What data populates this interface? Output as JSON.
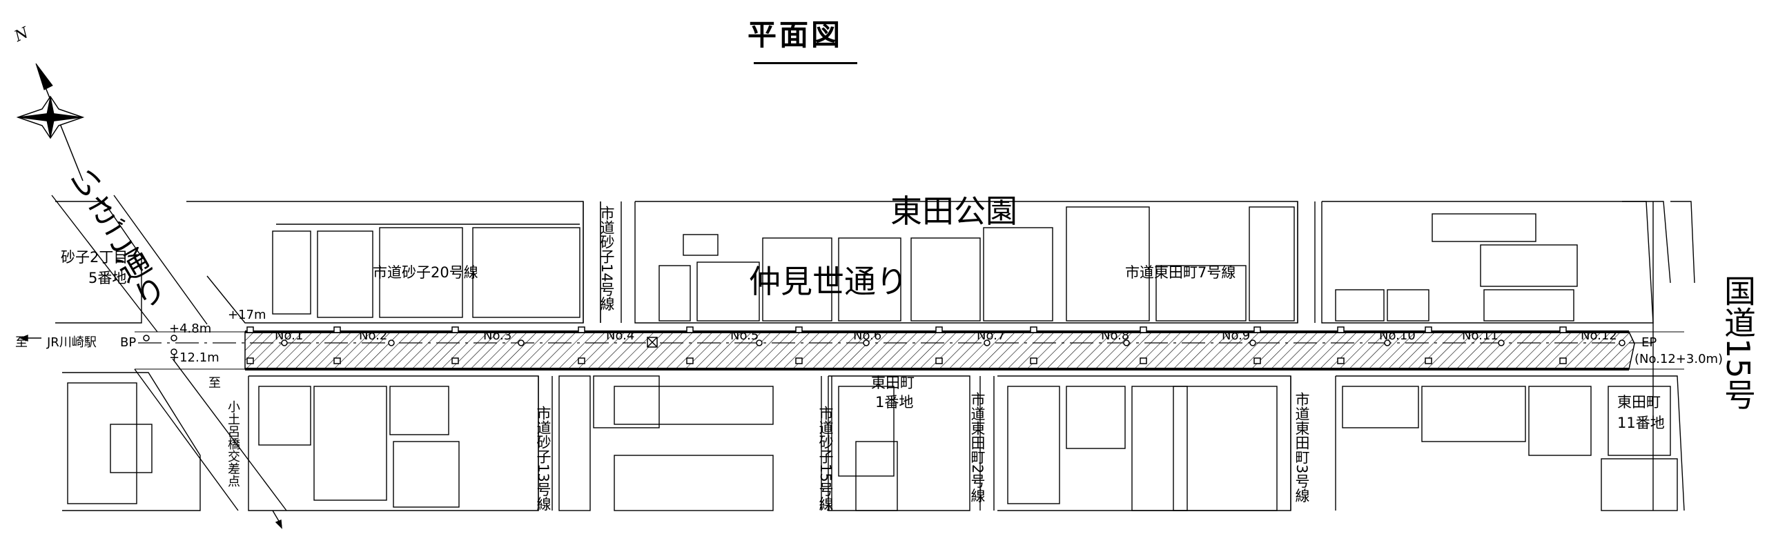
{
  "plan": {
    "title": "平面図",
    "north_label": "N",
    "areas": {
      "park": "東田公園",
      "main_street": "仲見世通り",
      "isago": "いさご通り",
      "route15": "国道15号"
    },
    "roads": {
      "r20": "市道砂子20号線",
      "r14": "市道砂子14号線",
      "r13": "市道砂子13号線",
      "r15": "市道砂子15号線",
      "h7": "市道東田町7号線",
      "h2": "市道東田町2号線",
      "h3": "市道東田町3号線"
    },
    "blocks": {
      "isago5_l1": "砂子2丁目",
      "isago5_l2": "5番地",
      "higashida1_l1": "東田町",
      "higashida1_l2": "1番地",
      "higashida11_l1": "東田町",
      "higashida11_l2": "11番地"
    },
    "directions": {
      "jr": "JR川崎駅",
      "jr_prefix": "至",
      "odori": "小土呂橋交差点",
      "odori_prefix": "至"
    },
    "points": {
      "bp": "BP",
      "ep": "EP",
      "ep_note": "(No.12+3.0m)",
      "off1": "+17m",
      "off2": "+4.8m",
      "off3": "+12.1m"
    },
    "stations": [
      "No.1",
      "No.2",
      "No.3",
      "No.4",
      "No.5",
      "No.6",
      "No.7",
      "No.8",
      "No.9",
      "No.10",
      "No.11",
      "No.12"
    ]
  }
}
